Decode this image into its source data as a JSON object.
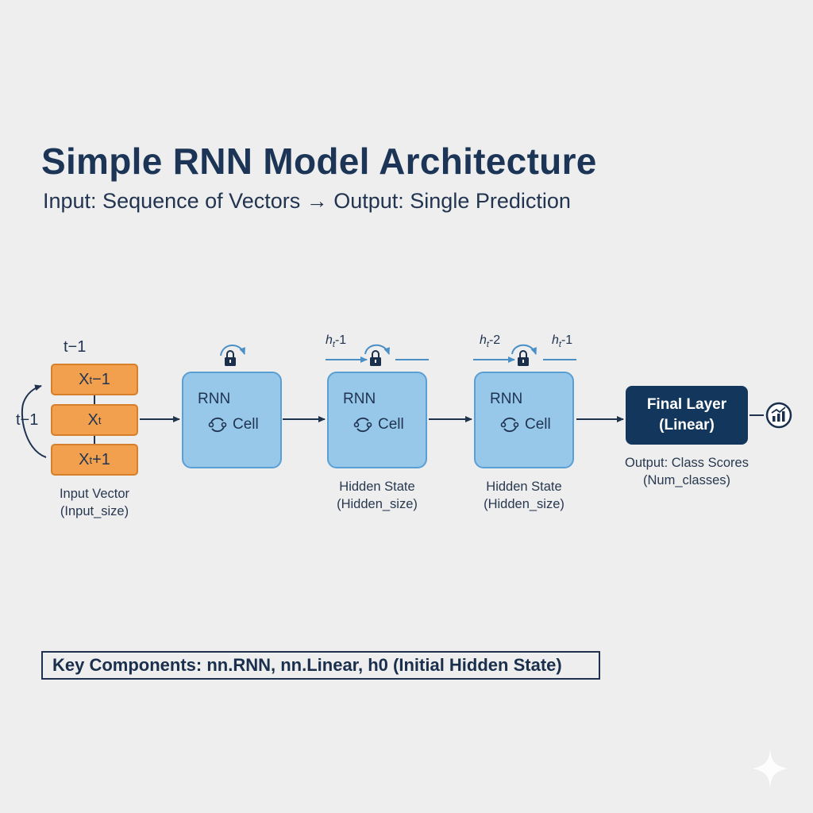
{
  "title": "Simple RNN Model Architecture",
  "subtitle": "Input: Sequence of Vectors → Output: Single Prediction",
  "input": {
    "top_label": "t−1",
    "side_label": "t−1",
    "vectors": [
      {
        "base": "X",
        "sub": "t",
        "suffix": "−1"
      },
      {
        "base": "X",
        "sub": "t",
        "suffix": ""
      },
      {
        "base": "X",
        "sub": "t",
        "suffix": "+1"
      }
    ],
    "caption_line1": "Input Vector",
    "caption_line2": "(Input_size)"
  },
  "cells": [
    {
      "title": "RNN",
      "label": "Cell"
    },
    {
      "title": "RNN",
      "label": "Cell",
      "caption_line1": "Hidden State",
      "caption_line2": "(Hidden_size)"
    },
    {
      "title": "RNN",
      "label": "Cell",
      "caption_line1": "Hidden State",
      "caption_line2": "(Hidden_size)"
    }
  ],
  "hidden_labels": [
    {
      "base": "h",
      "sub": "t",
      "suffix": "-1"
    },
    {
      "base": "h",
      "sub": "t",
      "suffix": "-2"
    },
    {
      "base": "h",
      "sub": "t",
      "suffix": "-1"
    }
  ],
  "final_layer": {
    "line1": "Final Layer",
    "line2": "(Linear)",
    "caption_line1": "Output: Class Scores",
    "caption_line2": "(Num_classes)"
  },
  "key_components": "Key Components: nn.RNN, nn.Linear, h0 (Initial Hidden State)",
  "colors": {
    "input_fill": "#f2a04e",
    "cell_fill": "#97c8ea",
    "final_fill": "#13365d",
    "text_dark": "#1c3557"
  },
  "icons": [
    "lock-icon",
    "cycle-icon",
    "chart-icon",
    "sparkle-icon"
  ]
}
